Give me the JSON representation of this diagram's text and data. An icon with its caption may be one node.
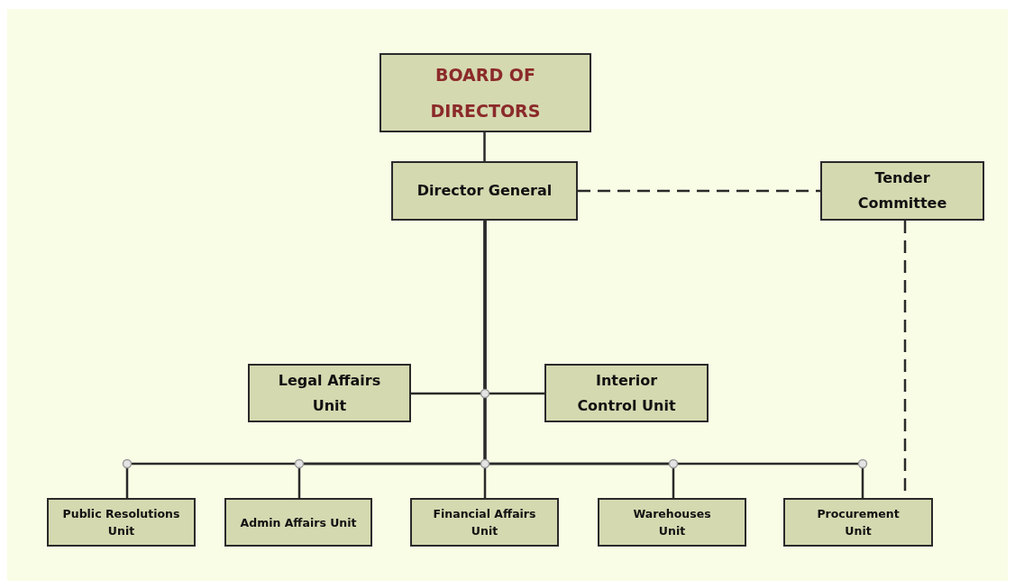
{
  "diagram": {
    "nodes": [
      {
        "text": [
          "BOARD OF DIRECTORS"
        ]
      },
      {
        "text": [
          "Director General"
        ]
      },
      {
        "text": [
          "Tender Committee"
        ]
      },
      {
        "text": [
          "Legal Affairs Unit"
        ]
      },
      {
        "text": [
          "Interior Control Unit"
        ]
      },
      {
        "text": [
          "Public Resolutions Unit"
        ]
      },
      {
        "text": [
          "Admin Affairs Unit"
        ]
      },
      {
        "text": [
          "Financial Affairs Unit"
        ]
      },
      {
        "text": [
          "Warehouses Unit"
        ]
      },
      {
        "text": [
          "Procurement Unit"
        ]
      }
    ],
    "edges": [
      {
        "from": 0,
        "to": 1,
        "arrow": "none"
      },
      {
        "from": 1,
        "to": 2,
        "arrow": "none",
        "style": "dashed"
      },
      {
        "from": 1,
        "to": 3,
        "arrow": "none"
      },
      {
        "from": 1,
        "to": 4,
        "arrow": "none"
      },
      {
        "from": 1,
        "to": 5,
        "arrow": "none"
      },
      {
        "from": 1,
        "to": 6,
        "arrow": "none"
      },
      {
        "from": 1,
        "to": 7,
        "arrow": "none"
      },
      {
        "from": 1,
        "to": 8,
        "arrow": "none"
      },
      {
        "from": 1,
        "to": 9,
        "arrow": "none"
      },
      {
        "from": 2,
        "to": 9,
        "arrow": "none",
        "style": "dashed"
      }
    ]
  }
}
